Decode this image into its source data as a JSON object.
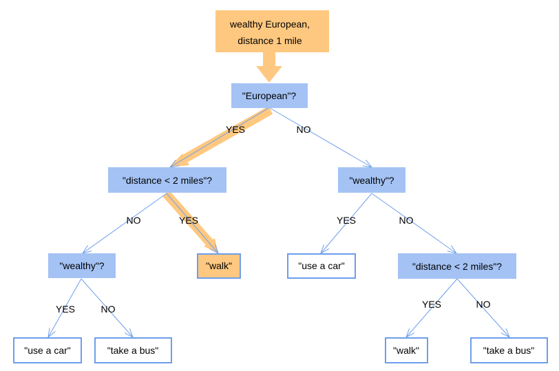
{
  "colors": {
    "orange": "#ffc880",
    "blue": "#a4c2f4",
    "leaf_border": "#6d9eeb",
    "leaf_fill": "#ffffff",
    "edge": "#6d9eeb",
    "highlight": "#ffc880"
  },
  "nodes": {
    "input": {
      "line1": "wealthy European,",
      "line2": "distance 1 mile"
    },
    "q_european": {
      "label": "\"European\"?"
    },
    "q_distance_left": {
      "label": "\"distance < 2 miles\"?"
    },
    "q_wealthy_right": {
      "label": "\"wealthy\"?"
    },
    "q_wealthy_left": {
      "label": "\"wealthy\"?"
    },
    "leaf_walk_mid": {
      "label": "\"walk\""
    },
    "leaf_use_car_mid": {
      "label": "\"use a car\""
    },
    "q_distance_right": {
      "label": "\"distance < 2 miles\"?"
    },
    "leaf_use_car_left": {
      "label": "\"use a car\""
    },
    "leaf_bus_left": {
      "label": "\"take a bus\""
    },
    "leaf_walk_right": {
      "label": "\"walk\""
    },
    "leaf_bus_right": {
      "label": "\"take a bus\""
    }
  },
  "edge_labels": {
    "european_yes": "YES",
    "european_no": "NO",
    "distance_left_no": "NO",
    "distance_left_yes": "YES",
    "wealthy_right_yes": "YES",
    "wealthy_right_no": "NO",
    "wealthy_left_yes": "YES",
    "wealthy_left_no": "NO",
    "distance_right_yes": "YES",
    "distance_right_no": "NO"
  }
}
